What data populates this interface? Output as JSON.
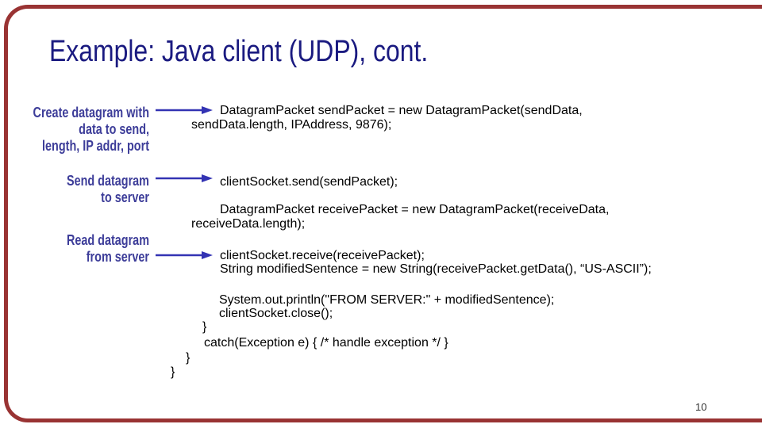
{
  "slide": {
    "title": "Example: Java client (UDP), cont.",
    "page_number": "10"
  },
  "annotations": [
    {
      "lines": [
        "Create datagram with",
        "data to send,",
        "length, IP addr, port"
      ]
    },
    {
      "lines": [
        "Send datagram",
        "to server"
      ]
    },
    {
      "lines": [
        "Read datagram",
        "from server"
      ]
    }
  ],
  "code_lines": [
    "DatagramPacket sendPacket = new DatagramPacket(sendData,",
    "sendData.length, IPAddress, 9876);",
    "clientSocket.send(sendPacket);",
    "DatagramPacket receivePacket = new DatagramPacket(receiveData,",
    "receiveData.length);",
    "clientSocket.receive(receivePacket);",
    "String modifiedSentence = new String(receivePacket.getData(), “US-ASCII”);",
    "System.out.println(\"FROM SERVER:\" + modifiedSentence);",
    "clientSocket.close();",
    "}",
    "catch(Exception e) { /* handle exception */ }",
    "}",
    "}"
  ],
  "colors": {
    "frame_red": "#993333",
    "title_blue": "#1a1a80",
    "annotation_blue": "#3d3d99",
    "arrow_blue": "#3333b3",
    "code_black": "#000000",
    "page_number_gray": "#333333"
  }
}
